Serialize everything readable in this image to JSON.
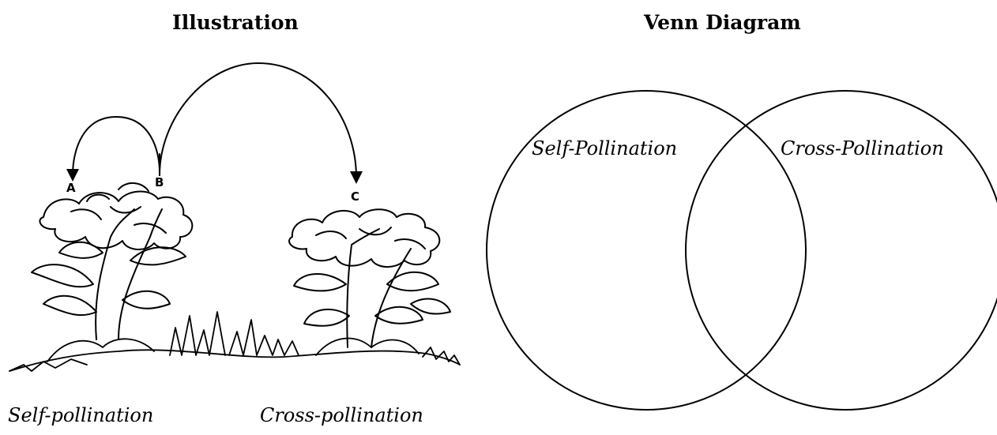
{
  "illustration": {
    "heading": "Illustration",
    "point_labels": [
      "A",
      "B",
      "C"
    ],
    "captions": {
      "self": "Self-pollination",
      "cross": "Cross-pollination"
    }
  },
  "venn": {
    "heading": "Venn Diagram",
    "left_label": "Self-Pollination",
    "right_label": "Cross-Pollination"
  },
  "colors": {
    "ink": "#000000",
    "background": "#ffffff"
  }
}
